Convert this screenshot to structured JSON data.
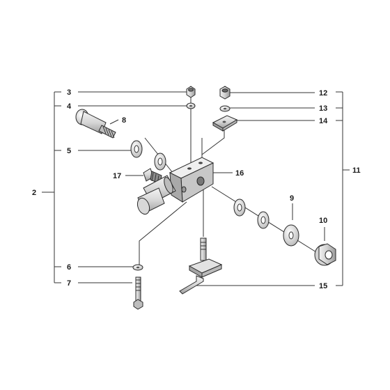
{
  "callouts": {
    "c2": "2",
    "c3": "3",
    "c4": "4",
    "c5": "5",
    "c6": "6",
    "c7": "7",
    "c8": "8",
    "c9": "9",
    "c10": "10",
    "c11": "11",
    "c12": "12",
    "c13": "13",
    "c14": "14",
    "c15": "15",
    "c16": "16",
    "c17": "17"
  },
  "colors": {
    "line": "#333333",
    "part_fill": "#e6e6e6",
    "part_shade": "#bdbdbd"
  }
}
